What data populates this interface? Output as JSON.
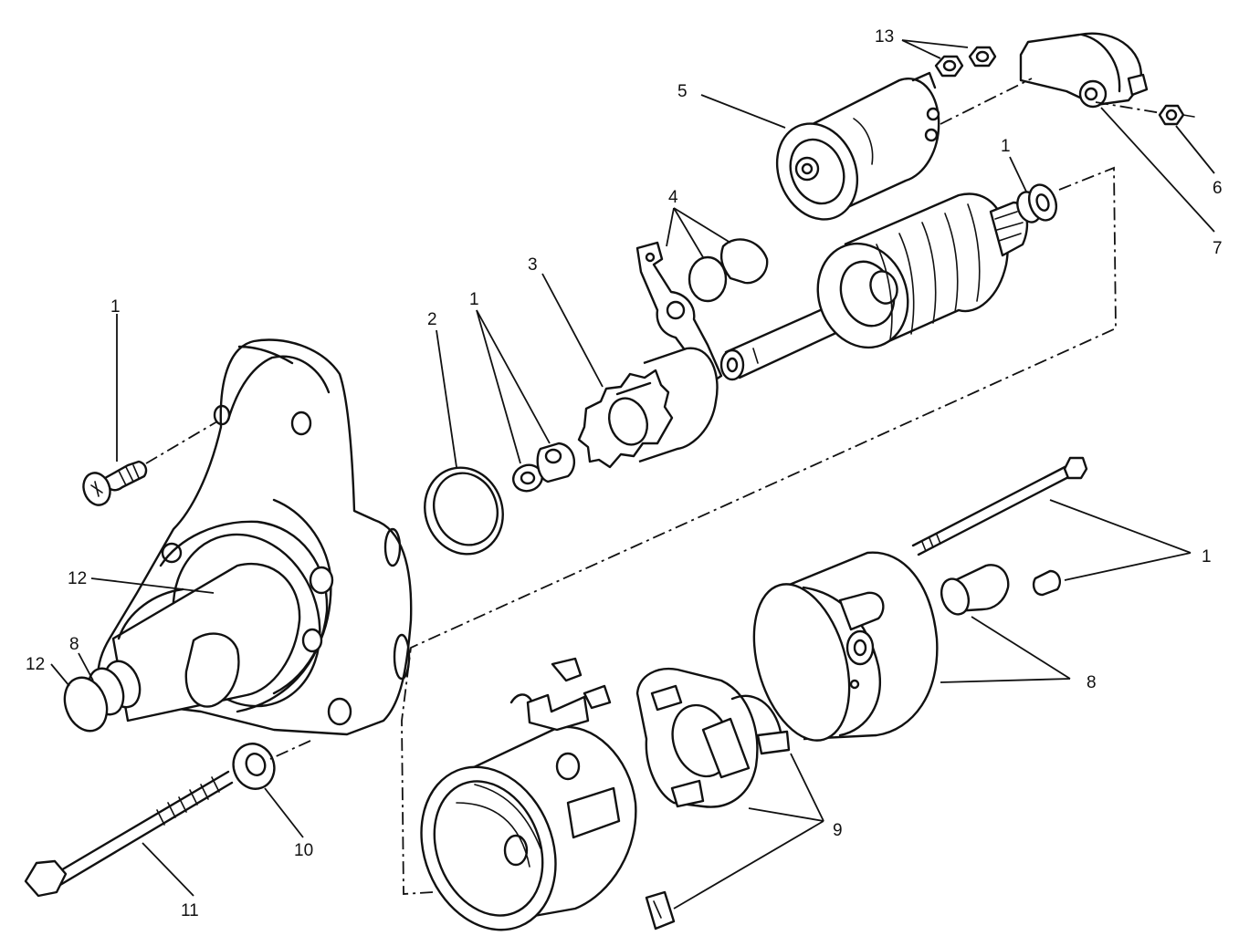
{
  "callouts": [
    {
      "id": "c13",
      "text": "13"
    },
    {
      "id": "c5",
      "text": "5"
    },
    {
      "id": "c1a",
      "text": "1"
    },
    {
      "id": "c6",
      "text": "6"
    },
    {
      "id": "c7",
      "text": "7"
    },
    {
      "id": "c4",
      "text": "4"
    },
    {
      "id": "c3",
      "text": "3"
    },
    {
      "id": "c1b",
      "text": "1"
    },
    {
      "id": "c2",
      "text": "2"
    },
    {
      "id": "c1c",
      "text": "1"
    },
    {
      "id": "c1d",
      "text": "1"
    },
    {
      "id": "c12a",
      "text": "12"
    },
    {
      "id": "c8a",
      "text": "8"
    },
    {
      "id": "c12b",
      "text": "12"
    },
    {
      "id": "c8b",
      "text": "8"
    },
    {
      "id": "c9",
      "text": "9"
    },
    {
      "id": "c10",
      "text": "10"
    },
    {
      "id": "c11",
      "text": "11"
    }
  ]
}
